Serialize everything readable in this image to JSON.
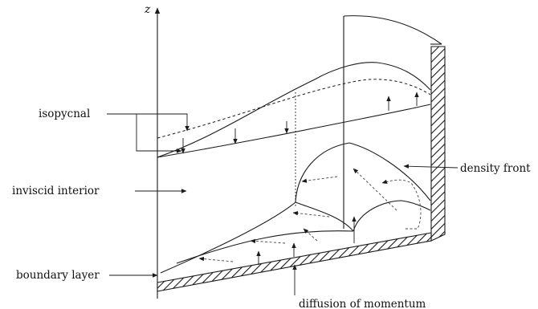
{
  "figure": {
    "axis_label": "z",
    "labels": {
      "isopycnal": "isopycnal",
      "inviscid_interior": "inviscid interior",
      "boundary_layer": "boundary layer",
      "density_front": "density front",
      "diffusion_of_momentum": "diffusion of momentum"
    },
    "colors": {
      "line": "#1a1a1a",
      "background": "#ffffff"
    }
  }
}
